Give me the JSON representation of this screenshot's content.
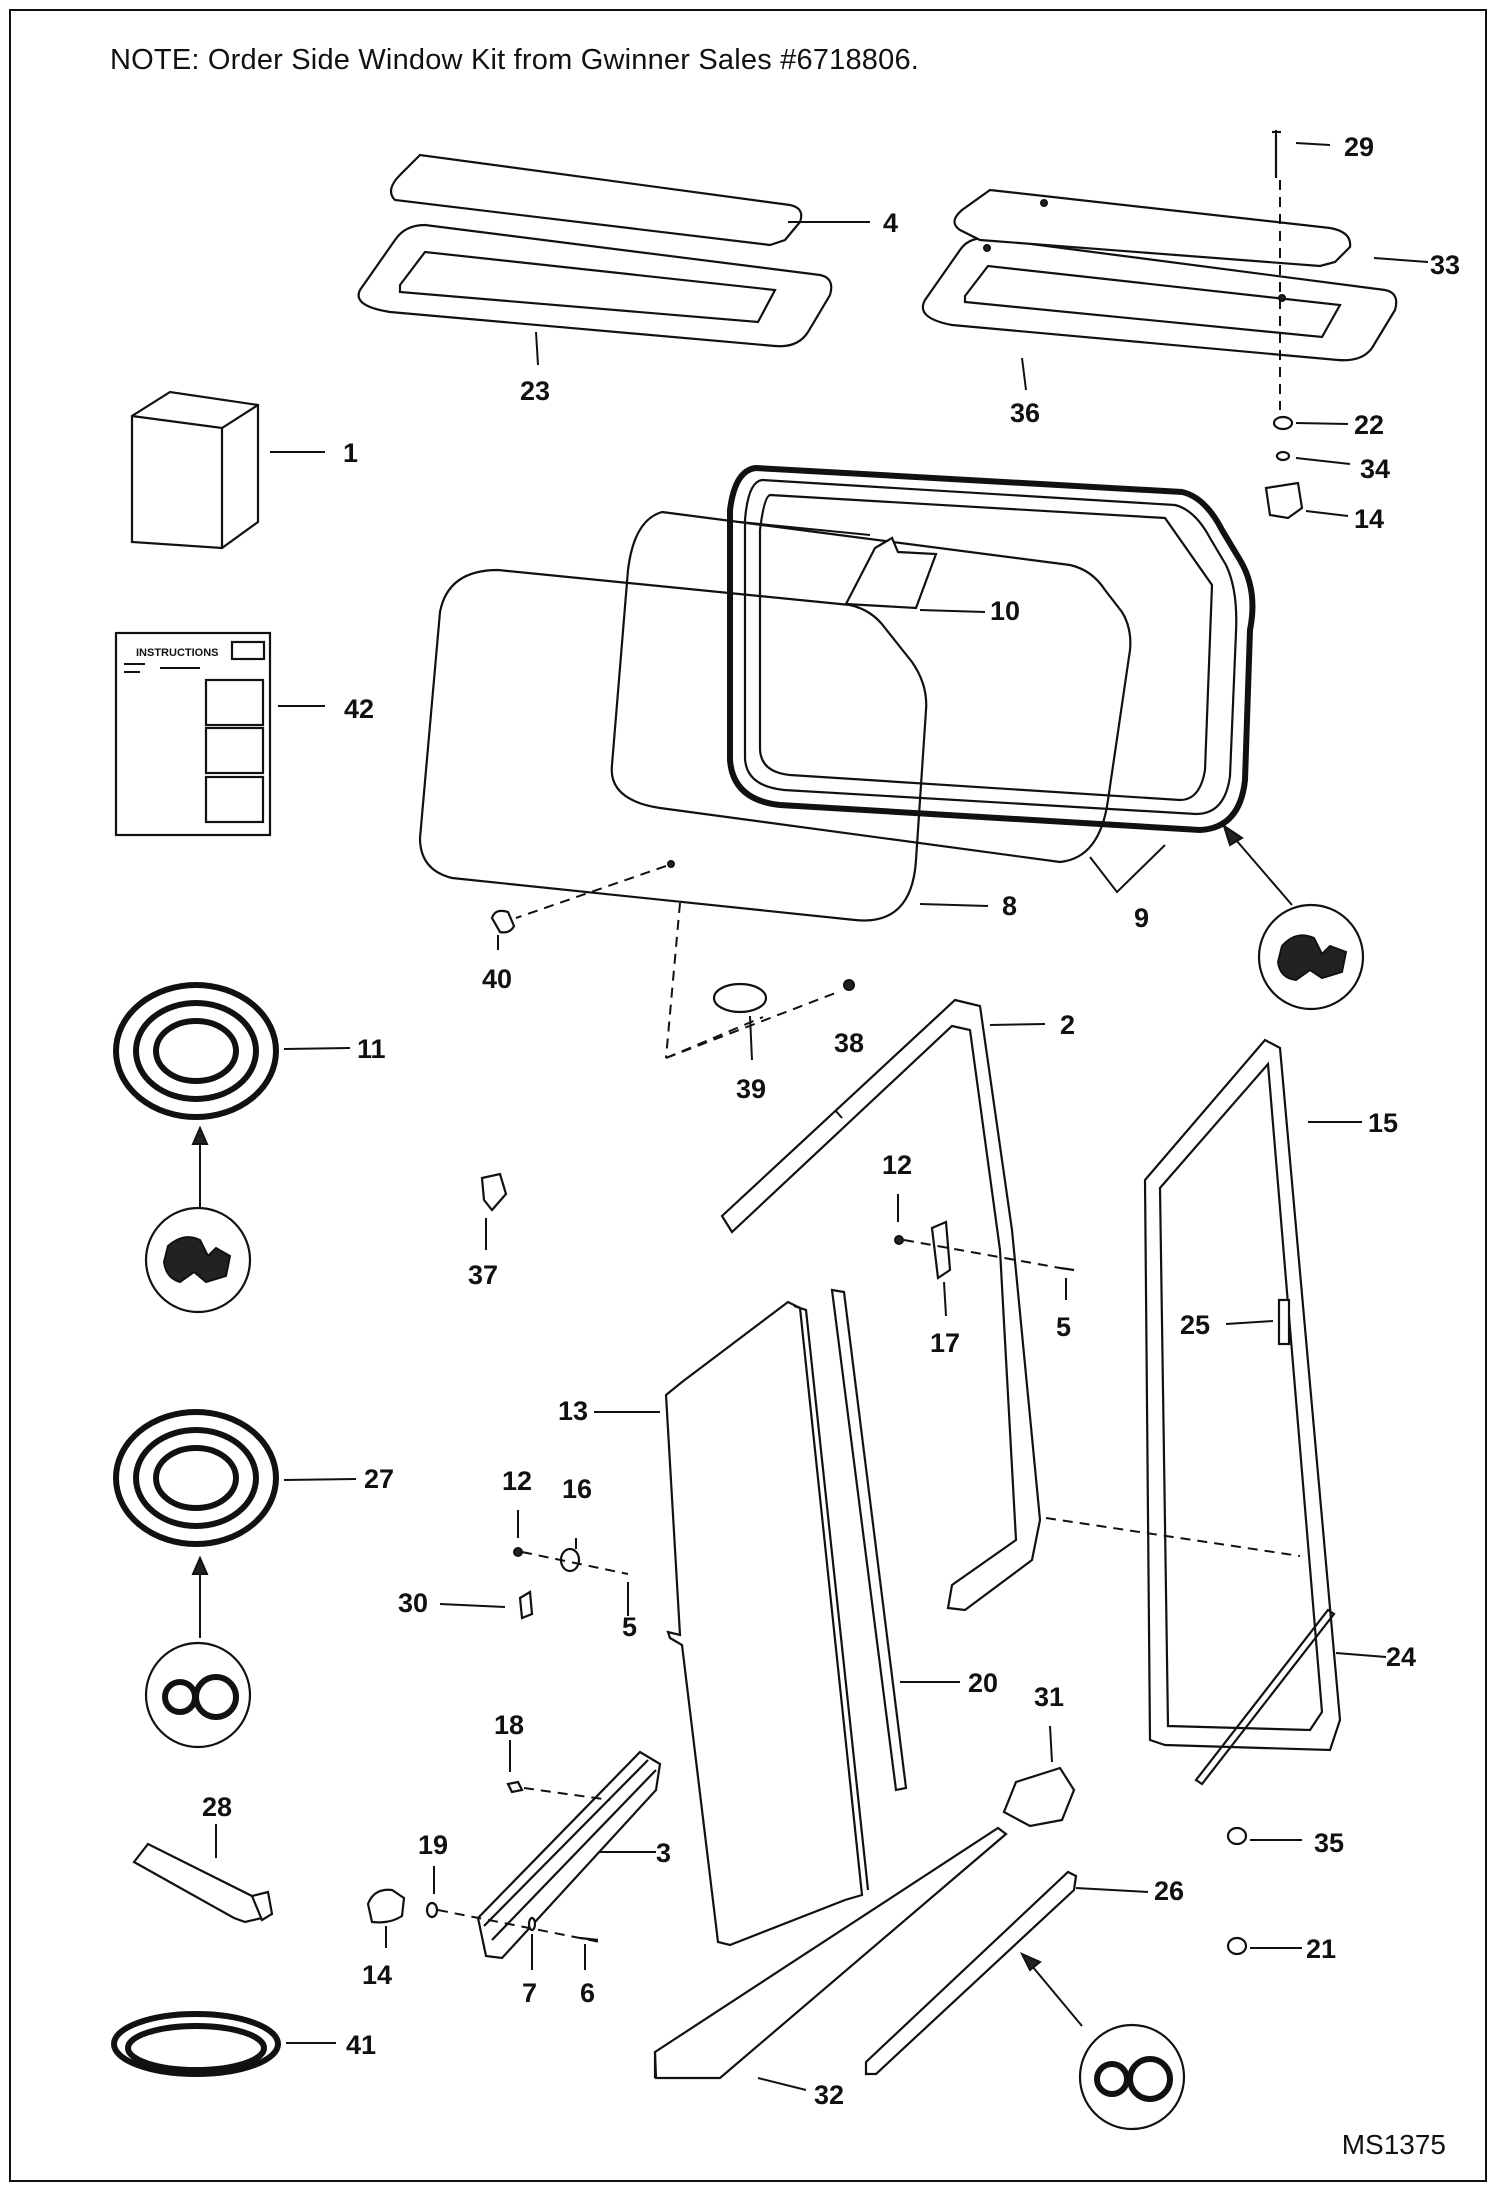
{
  "note": "NOTE:  Order Side Window Kit from Gwinner Sales #6718806.",
  "figure_id": "MS1375",
  "instructions_text": "INSTRUCTIONS",
  "callouts": [
    "1",
    "2",
    "3",
    "4",
    "5",
    "5",
    "6",
    "7",
    "8",
    "9",
    "10",
    "11",
    "12",
    "12",
    "13",
    "14",
    "14",
    "15",
    "16",
    "17",
    "18",
    "19",
    "20",
    "21",
    "22",
    "23",
    "24",
    "25",
    "26",
    "27",
    "28",
    "29",
    "30",
    "31",
    "32",
    "33",
    "34",
    "35",
    "36",
    "37",
    "38",
    "39",
    "40",
    "41",
    "42"
  ]
}
